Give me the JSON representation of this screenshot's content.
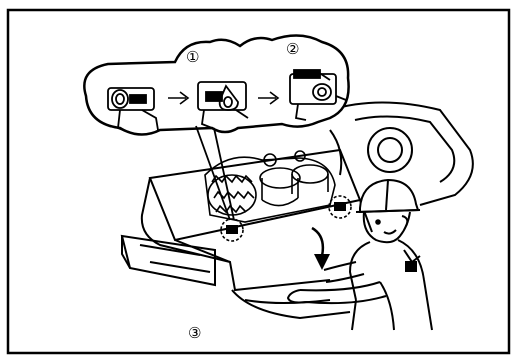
{
  "figure": {
    "step_markers": [
      "①",
      "②",
      "③"
    ],
    "colors": {
      "ink": "#000000",
      "paper": "#ffffff"
    }
  }
}
